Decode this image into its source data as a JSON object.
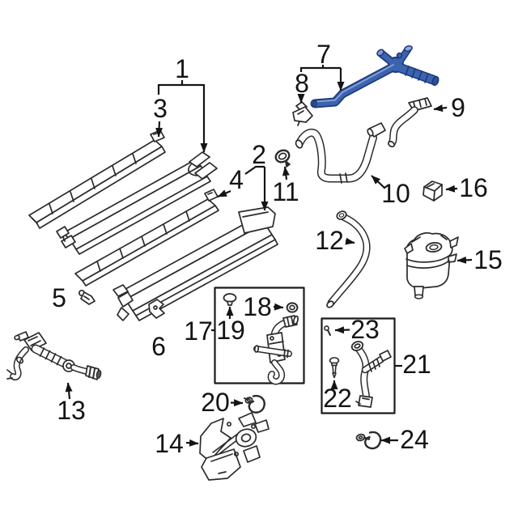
{
  "figure": {
    "type": "exploded-parts-diagram",
    "background_color": "#ffffff",
    "line_color": "#2b2b2b",
    "label_color": "#141414",
    "highlight_color": "#3c63ae",
    "highlighted_callout": "7"
  },
  "callouts": [
    {
      "label": "1"
    },
    {
      "label": "2"
    },
    {
      "label": "3"
    },
    {
      "label": "4"
    },
    {
      "label": "5"
    },
    {
      "label": "6"
    },
    {
      "label": "7"
    },
    {
      "label": "8"
    },
    {
      "label": "9"
    },
    {
      "label": "10"
    },
    {
      "label": "11"
    },
    {
      "label": "12"
    },
    {
      "label": "13"
    },
    {
      "label": "14"
    },
    {
      "label": "15"
    },
    {
      "label": "16"
    },
    {
      "label": "17"
    },
    {
      "label": "18"
    },
    {
      "label": "19"
    },
    {
      "label": "20"
    },
    {
      "label": "21"
    },
    {
      "label": "22"
    },
    {
      "label": "23"
    },
    {
      "label": "24"
    }
  ]
}
